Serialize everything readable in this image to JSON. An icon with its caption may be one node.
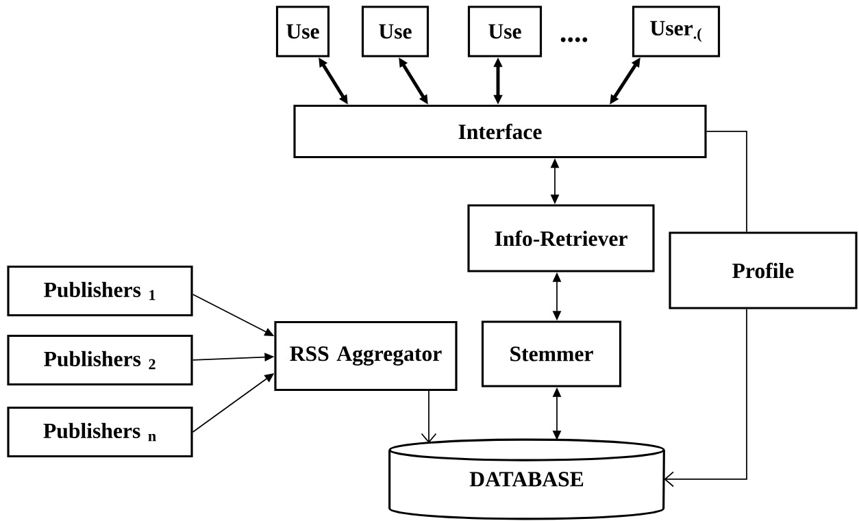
{
  "diagram": {
    "nodes": [
      {
        "text": [
          "Use"
        ]
      },
      {
        "text": [
          "Use"
        ]
      },
      {
        "text": [
          "Use"
        ]
      },
      {
        "text": [
          "User$_{.(}$"
        ]
      },
      {
        "text": [
          "Interface"
        ]
      },
      {
        "text": [
          "Info-Retriever"
        ]
      },
      {
        "text": [
          "Profile"
        ]
      },
      {
        "text": [
          "Publishers $_{1}$"
        ]
      },
      {
        "text": [
          "Publishers $_{2}$"
        ]
      },
      {
        "text": [
          "Publishers $_{n}$"
        ]
      },
      {
        "text": [
          "RSS Aggregator"
        ]
      },
      {
        "text": [
          "Stemmer"
        ]
      },
      {
        "text": [
          "DATABASE"
        ]
      }
    ],
    "edges": [
      {
        "from": 0,
        "to": 4,
        "arrow": "both",
        "style": "thick"
      },
      {
        "from": 1,
        "to": 4,
        "arrow": "both",
        "style": "thick"
      },
      {
        "from": 2,
        "to": 4,
        "arrow": "both",
        "style": "thick"
      },
      {
        "from": 3,
        "to": 4,
        "arrow": "both",
        "style": "thick"
      },
      {
        "from": 4,
        "to": 5,
        "arrow": "both"
      },
      {
        "from": 5,
        "to": 11,
        "arrow": "both"
      },
      {
        "from": 11,
        "to": 12,
        "arrow": "both"
      },
      {
        "from": 10,
        "to": 12,
        "arrow": "to"
      },
      {
        "from": 7,
        "to": 10,
        "arrow": "to"
      },
      {
        "from": 8,
        "to": 10,
        "arrow": "to"
      },
      {
        "from": 9,
        "to": 10,
        "arrow": "to"
      },
      {
        "from": 4,
        "to": 6,
        "arrow": "none"
      },
      {
        "from": 6,
        "to": 12,
        "arrow": "to"
      }
    ],
    "labels": [
      "...."
    ]
  }
}
